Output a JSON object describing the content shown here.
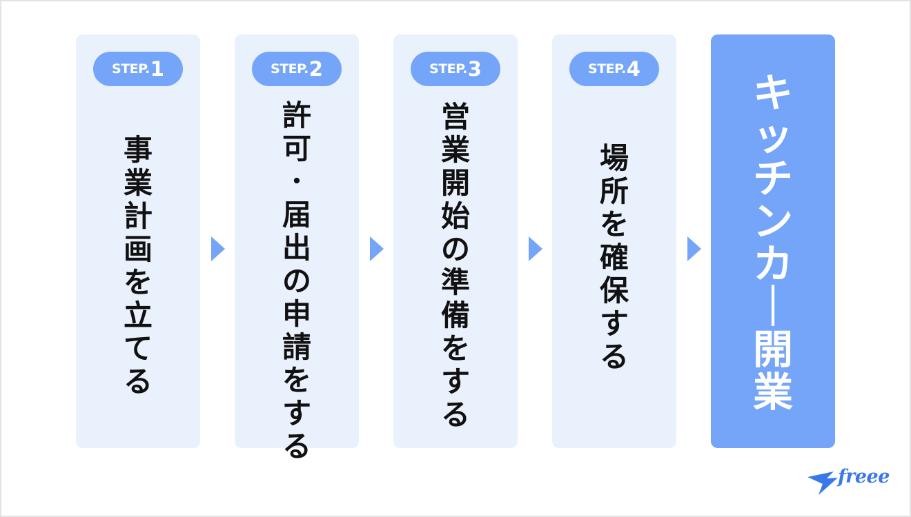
{
  "steps": [
    {
      "step_word": "STEP.",
      "step_num": "1",
      "title": "事業計画を立てる"
    },
    {
      "step_word": "STEP.",
      "step_num": "2",
      "title": "許可･届出の申請をする"
    },
    {
      "step_word": "STEP.",
      "step_num": "3",
      "title": "営業開始の準備をする"
    },
    {
      "step_word": "STEP.",
      "step_num": "4",
      "title": "場所を確保する"
    }
  ],
  "goal": {
    "title": "キッチンカー開業"
  },
  "logo": {
    "text": "freee"
  },
  "colors": {
    "accent": "#74a5f8",
    "card_bg": "#e9f1fd",
    "text": "#111111",
    "logo": "#3a78ea"
  }
}
